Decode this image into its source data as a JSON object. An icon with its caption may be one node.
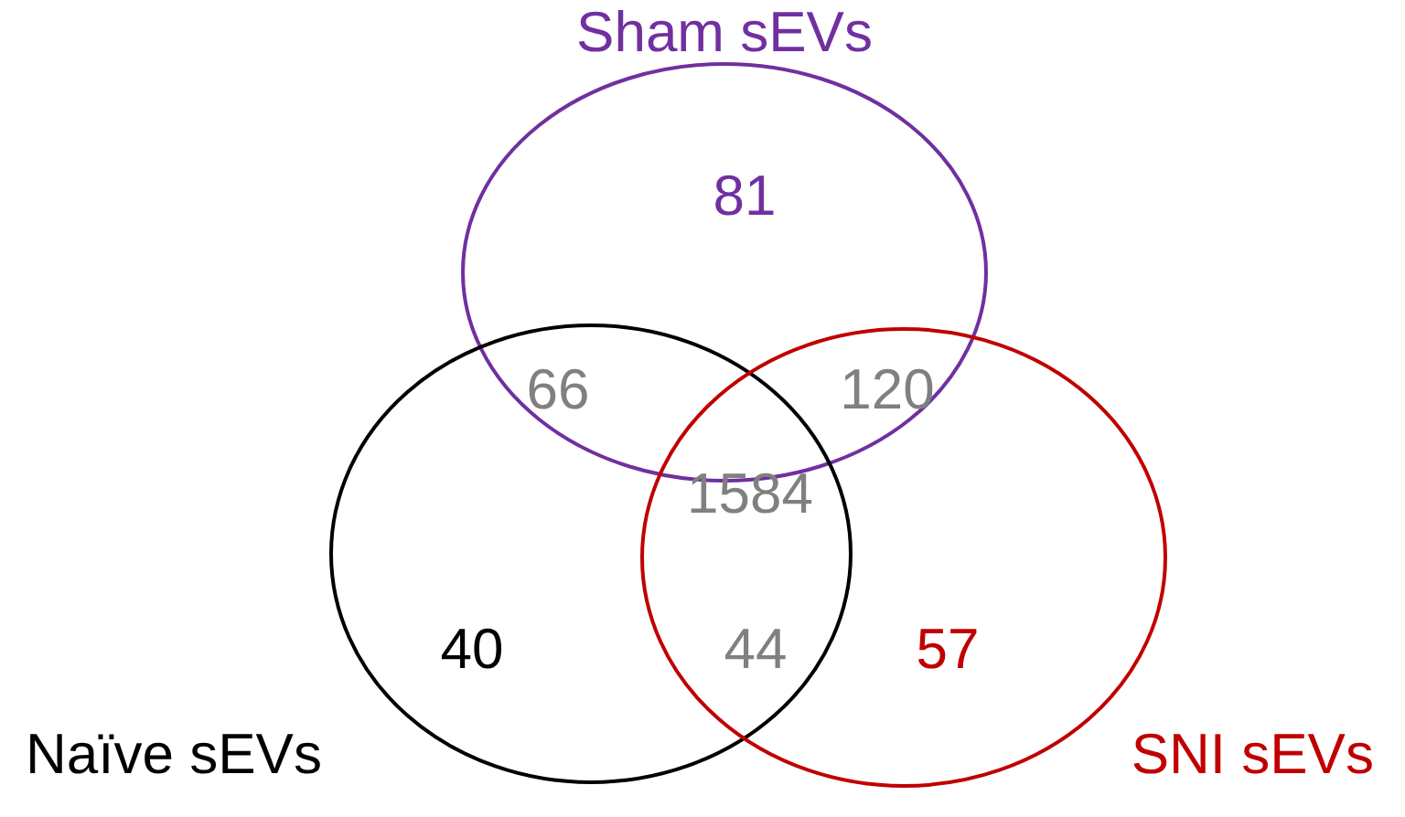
{
  "diagram": {
    "nodes": [
      {
        "text": [
          "Sham sEVs"
        ]
      },
      {
        "text": [
          "Naïve sEVs"
        ]
      },
      {
        "text": [
          "SNI sEVs"
        ]
      }
    ],
    "labels": [
      "81",
      "66",
      "120",
      "1584",
      "40",
      "44",
      "57"
    ]
  }
}
